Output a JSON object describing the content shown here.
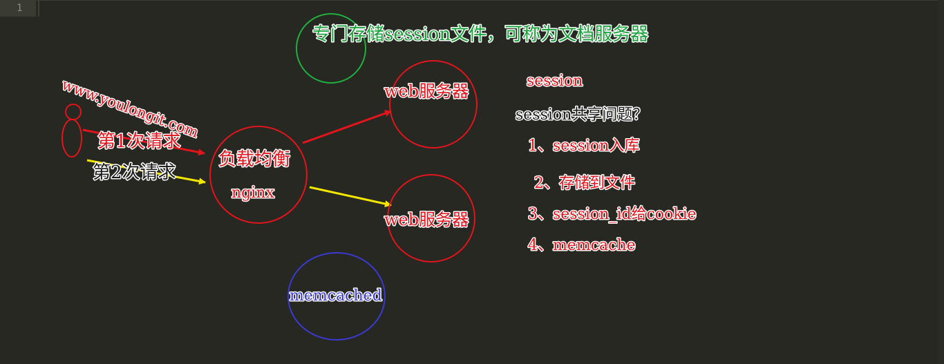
{
  "editor": {
    "line_number": "1"
  },
  "diagram": {
    "title": "专门存储session文件，可称为文档服务器",
    "url_label": "www.youlongit.com",
    "request1_label": "第1次请求",
    "request2_label": "第2次请求",
    "load_balancer": {
      "label": "负载均衡",
      "sub_label": "nginx"
    },
    "web_server_top": "web服务器",
    "web_server_bottom": "web服务器",
    "memcached_label": "memcached",
    "notes": {
      "heading": "session",
      "question": "session共享问题？",
      "items": [
        "1、session入库",
        "2、存储到文件",
        "3、session_id给cookie",
        "4、memcache"
      ]
    }
  },
  "colors": {
    "background": "#272822",
    "red": "#e3141c",
    "yellow": "#f5e600",
    "green": "#20b040",
    "blue": "#3a3ad0"
  }
}
